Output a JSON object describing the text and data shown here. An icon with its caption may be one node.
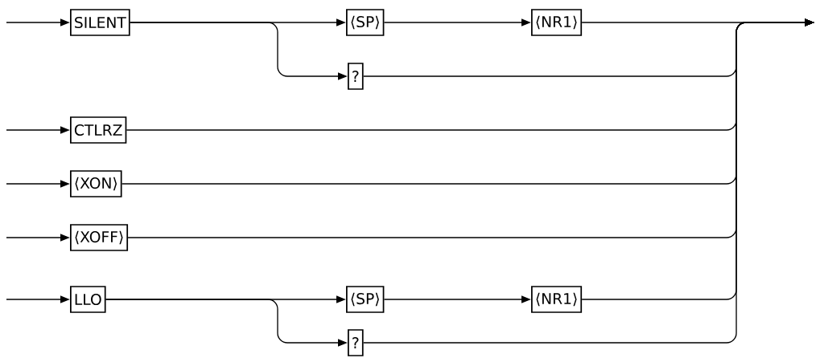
{
  "diagram": {
    "nodes": [
      {
        "text": [
          "SILENT"
        ]
      },
      {
        "text": [
          "⟨SP⟩"
        ]
      },
      {
        "text": [
          "⟨NR1⟩"
        ]
      },
      {
        "text": [
          "?"
        ]
      },
      {
        "text": [
          "CTLRZ"
        ]
      },
      {
        "text": [
          "⟨XON⟩"
        ]
      },
      {
        "text": [
          "⟨XOFF⟩"
        ]
      },
      {
        "text": [
          "LLO"
        ]
      },
      {
        "text": [
          "⟨SP⟩"
        ]
      },
      {
        "text": [
          "⟨NR1⟩"
        ]
      },
      {
        "text": [
          "?"
        ]
      }
    ],
    "edges": [
      {
        "from": null,
        "to": 0,
        "arrow": "to"
      },
      {
        "from": 0,
        "to": 1,
        "arrow": "to"
      },
      {
        "from": 1,
        "to": 2,
        "arrow": "to"
      },
      {
        "from": 0,
        "to": 3,
        "arrow": "to"
      },
      {
        "from": null,
        "to": 4,
        "arrow": "to"
      },
      {
        "from": null,
        "to": 5,
        "arrow": "to"
      },
      {
        "from": null,
        "to": 6,
        "arrow": "to"
      },
      {
        "from": null,
        "to": 7,
        "arrow": "to"
      },
      {
        "from": 7,
        "to": 8,
        "arrow": "to"
      },
      {
        "from": 8,
        "to": 9,
        "arrow": "to"
      },
      {
        "from": 7,
        "to": 10,
        "arrow": "to"
      },
      {
        "from": 2,
        "to": null,
        "arrow": "to"
      },
      {
        "from": 3,
        "to": null,
        "arrow": "to"
      },
      {
        "from": 4,
        "to": null,
        "arrow": "to"
      },
      {
        "from": 5,
        "to": null,
        "arrow": "to"
      },
      {
        "from": 6,
        "to": null,
        "arrow": "to"
      },
      {
        "from": 9,
        "to": null,
        "arrow": "to"
      },
      {
        "from": 10,
        "to": null,
        "arrow": "to"
      }
    ]
  }
}
